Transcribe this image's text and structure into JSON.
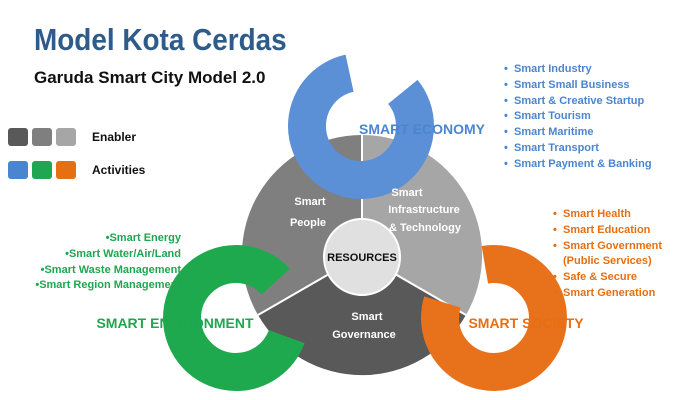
{
  "title": "Model Kota Cerdas",
  "subtitle": "Garuda Smart City Model 2.0",
  "legend": {
    "enabler_label": "Enabler",
    "activities_label": "Activities",
    "enabler_colors": [
      "#595959",
      "#7f7f7f",
      "#a6a6a6"
    ],
    "activity_colors": [
      "#4a86cf",
      "#1ea650",
      "#e66f12"
    ]
  },
  "center": {
    "resources_label": "RESOURCES",
    "segments": {
      "people": [
        "Smart",
        "People"
      ],
      "infrastructure": [
        "Smart",
        "Infrastructure",
        "& Technology"
      ],
      "governance": [
        "Smart",
        "Governance"
      ]
    }
  },
  "rings": {
    "economy": "SMART ECONOMY",
    "environment": "SMART ENVIRONMENT",
    "society": "SMART SOCIETY"
  },
  "economy_list": [
    "Smart Industry",
    "Smart Small Business",
    "Smart & Creative Startup",
    "Smart Tourism",
    "Smart Maritime",
    "Smart Transport",
    "Smart Payment & Banking"
  ],
  "society_list": [
    "Smart Health",
    "Smart Education",
    "Smart Government",
    "(Public Services)",
    "Safe & Secure",
    "Smart Generation"
  ],
  "environment_list": [
    "Smart Energy",
    "Smart Water/Air/Land",
    "Smart Waste Management",
    "Smart Region Management"
  ],
  "colors": {
    "economy": "#5b8fd6",
    "environment": "#1fa94f",
    "society": "#e8721b",
    "people": "#7f7f7f",
    "infrastructure": "#a6a6a6",
    "governance": "#595959",
    "resources_fill": "#e0e0e0",
    "title": "#2e5b8a"
  }
}
